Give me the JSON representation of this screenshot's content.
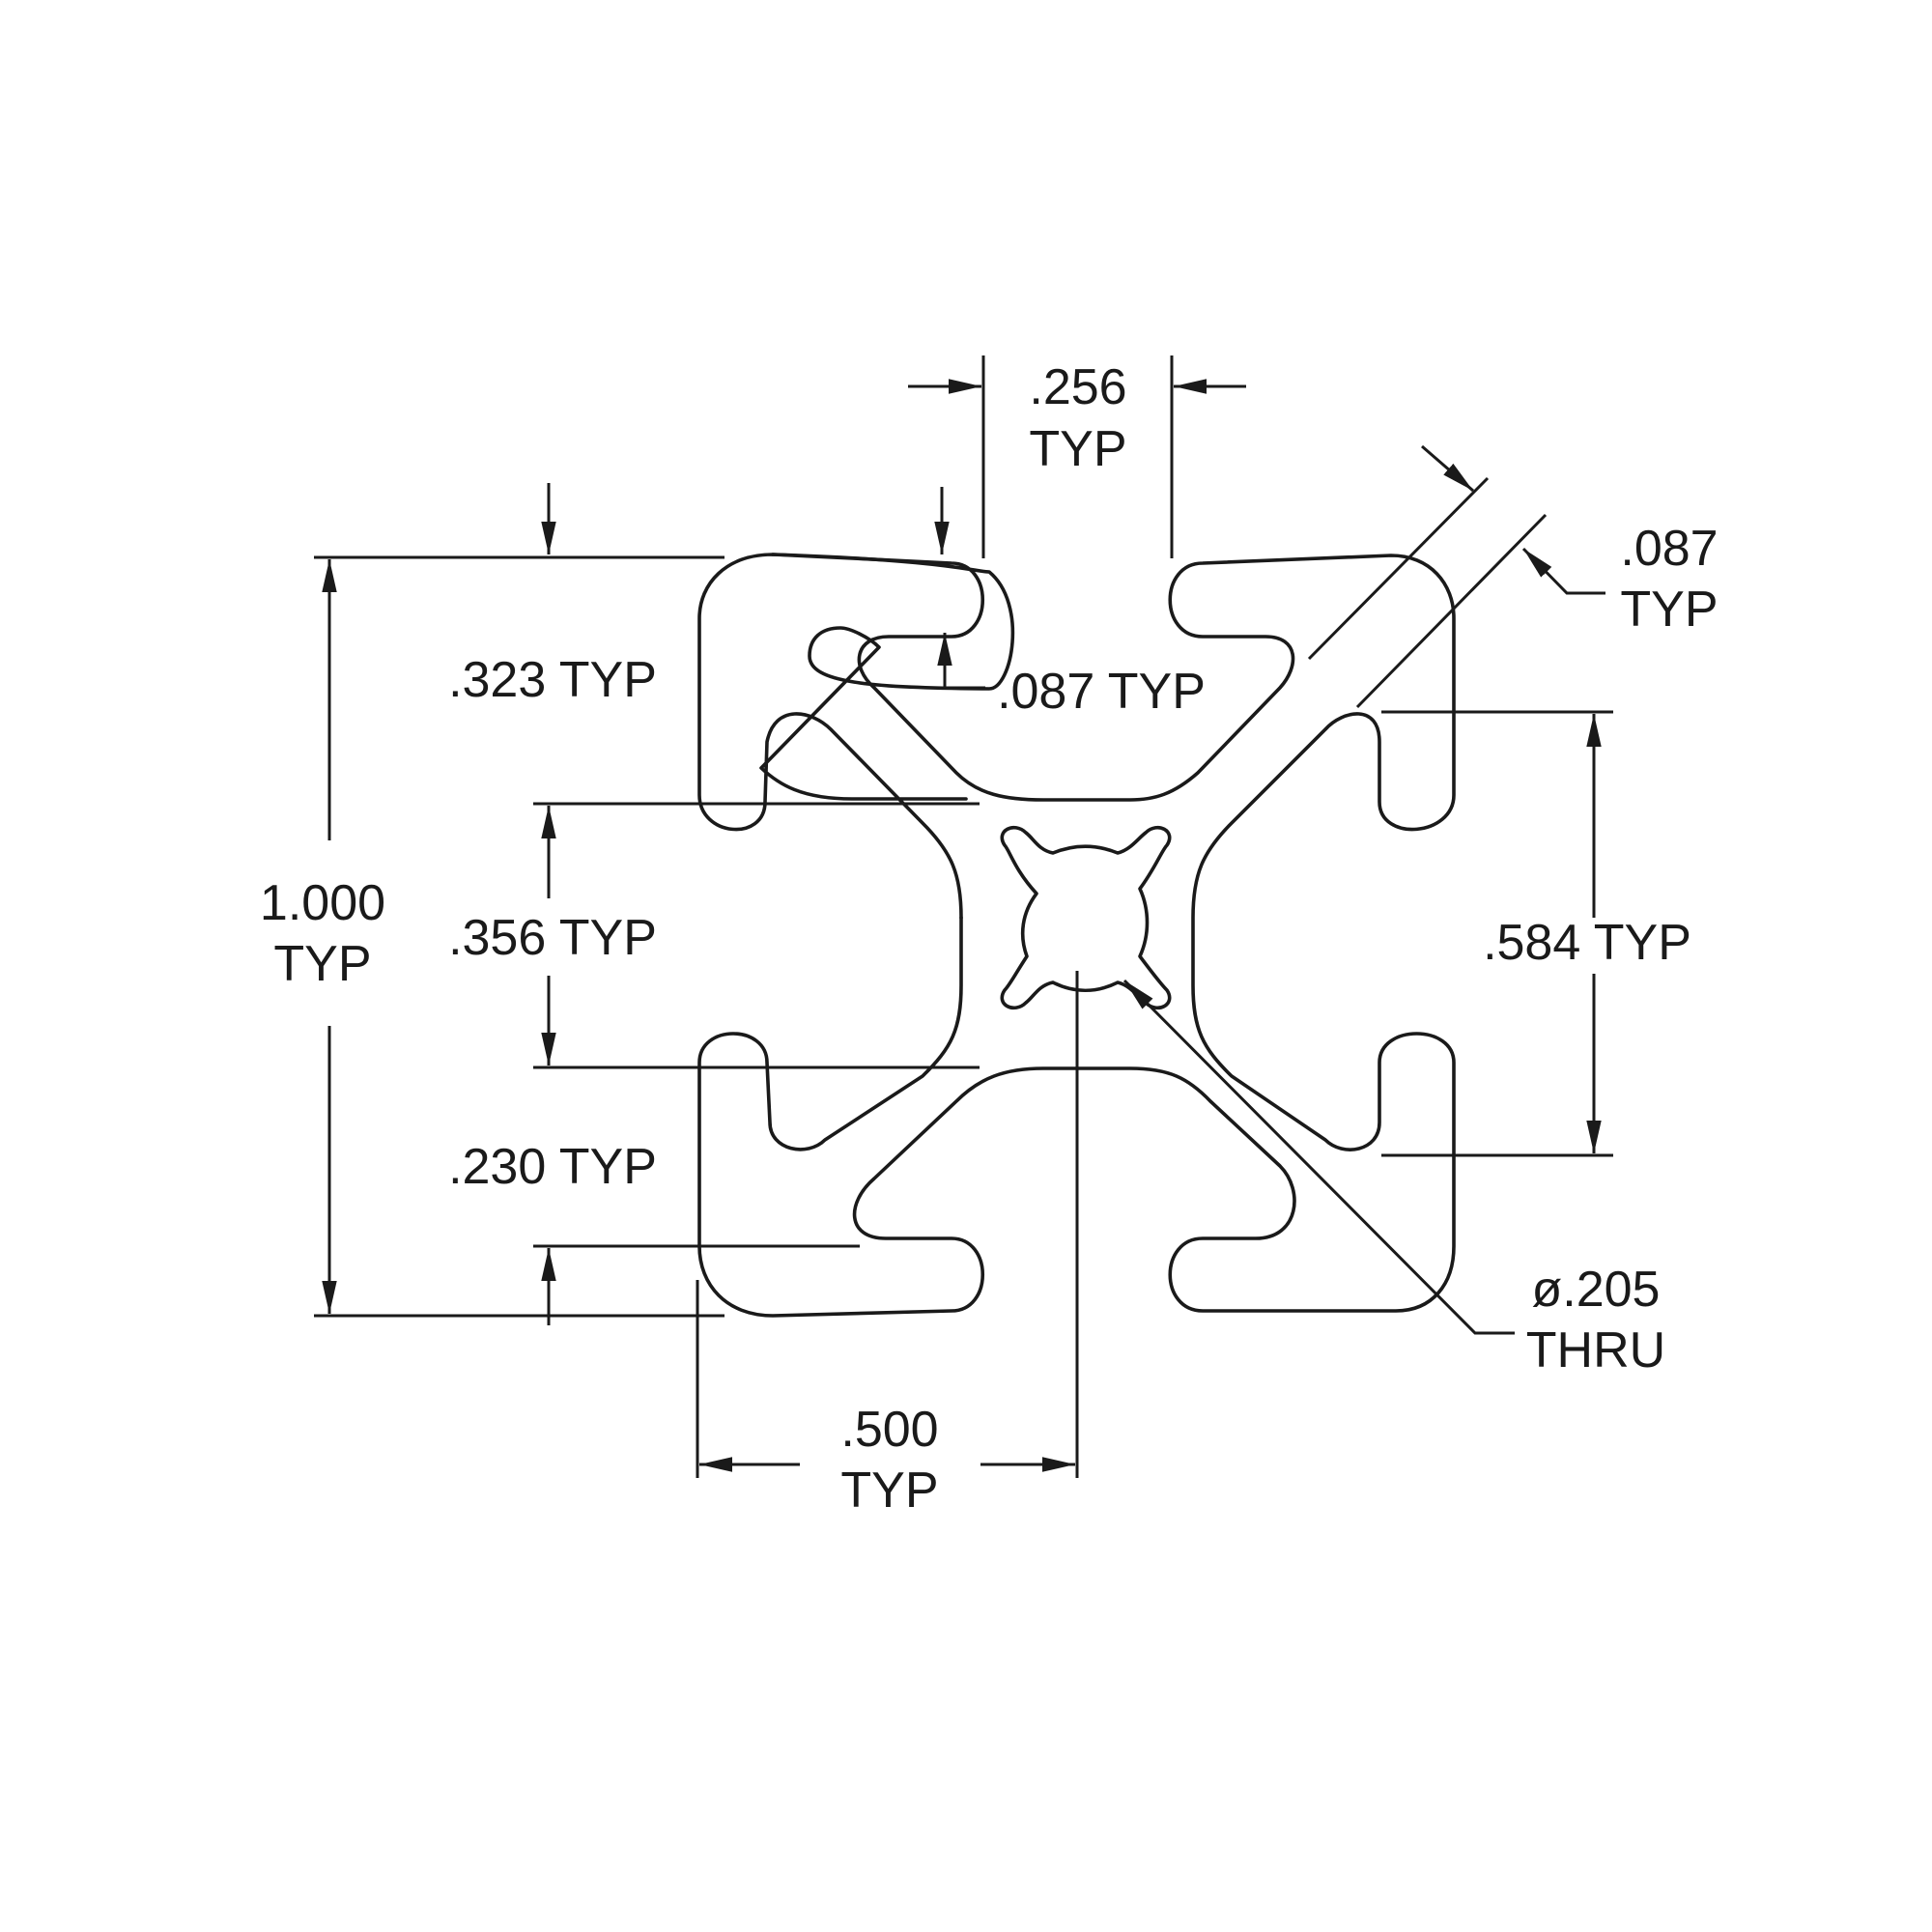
{
  "dimensions": {
    "slot_opening": {
      "value": ".256",
      "note": "TYP"
    },
    "slot_depth": ".323 TYP",
    "wall_thickness_inner": ".087 TYP",
    "wall_thickness_diagonal": {
      "value": ".087",
      "note": "TYP"
    },
    "overall_height": {
      "value": "1.000",
      "note": "TYP"
    },
    "core_width": ".356 TYP",
    "flange_thickness": ".230 TYP",
    "slot_inner_width": ".584 TYP",
    "center_offset": {
      "value": ".500",
      "note": "TYP"
    },
    "center_bore": {
      "value": "ø.205",
      "note": "THRU"
    }
  },
  "colors": {
    "line": "#1a1a1a",
    "background": "#ffffff"
  }
}
